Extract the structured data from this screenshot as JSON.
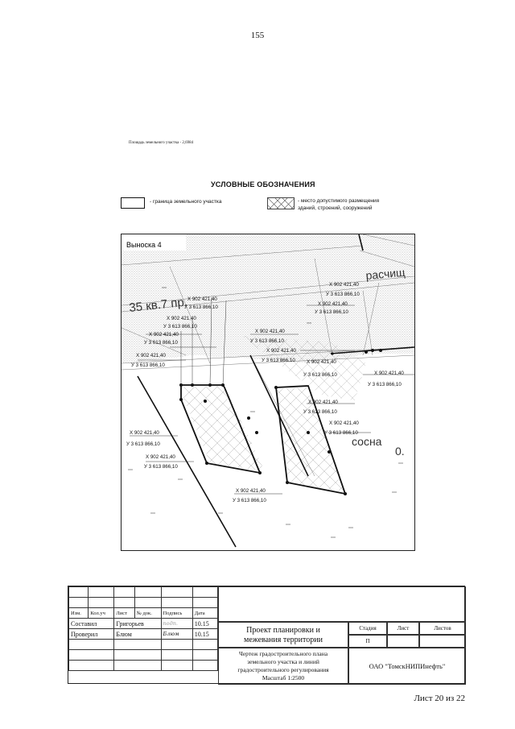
{
  "page_number": "155",
  "area_note": "Площадь земельного участка - 2,6984",
  "legend": {
    "title": "УСЛОВНЫЕ ОБОЗНАЧЕНИЯ",
    "boundary_label": "- граница земельного участка",
    "hatch_label_1": "- место допустимого размещения",
    "hatch_label_2": "зданий, строений, сооружений"
  },
  "map": {
    "callout": "Выноска 4",
    "quarter_label": "35 кв.7 пр.",
    "clearing_label": "расчищ",
    "species_label": "сосна",
    "species_value": "0.",
    "coord_x": "X 902 421,40",
    "coord_y": "У 3 613 866,10"
  },
  "title_block": {
    "headers": [
      "Изм.",
      "Кол.уч",
      "Лист",
      "№ док.",
      "Подпись",
      "Дата"
    ],
    "rows": [
      {
        "role": "Составил",
        "name": "Григорьев",
        "signature": "подп.",
        "date": "10.15"
      },
      {
        "role": "Проверил",
        "name": "Блюм",
        "signature": "Блюм",
        "date": "10.15"
      }
    ],
    "project_line1": "Проект планировки и",
    "project_line2": "межевания территории",
    "stage_header": "Стадия",
    "sheet_header": "Лист",
    "sheets_header": "Листов",
    "stage_value": "П",
    "drawing_line1": "Чертеж градостроительного плана",
    "drawing_line2": "земельного участка и линий",
    "drawing_line3": "градостроительного регулирования",
    "drawing_line4": "Масштаб 1:2500",
    "company": "ОАО \"ТомскНИПИнефть\""
  },
  "sheet_footer": "Лист 20 из 22"
}
